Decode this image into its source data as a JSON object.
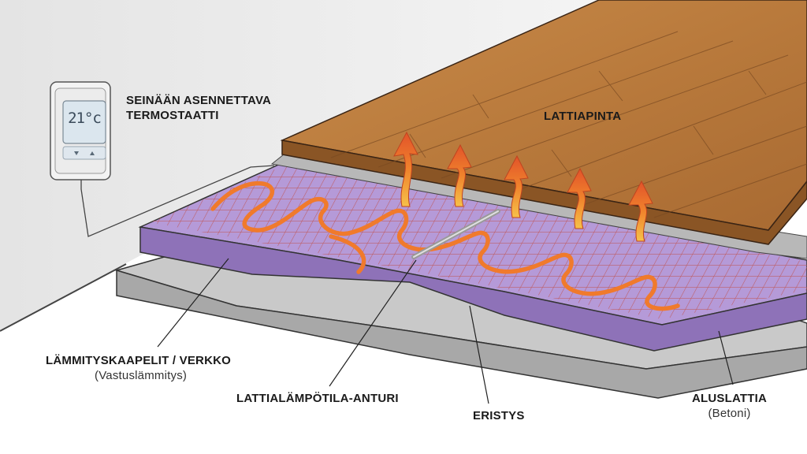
{
  "thermostat": {
    "display_value": "21°c",
    "label_line1": "SEINÄÄN ASENNETTAVA",
    "label_line2": "TERMOSTAATTI"
  },
  "labels": {
    "floor_surface": "LATTIAPINTA",
    "heating_cables_line1": "LÄMMITYSKAAPELIT / VERKKO",
    "heating_cables_line2": "(Vastuslämmitys)",
    "floor_sensor": "LATTIALÄMPÖTILA-ANTURI",
    "insulation": "ERISTYS",
    "subfloor_line1": "ALUSLATTIA",
    "subfloor_line2": "(Betoni)"
  },
  "colors": {
    "wood": "#b87a3c",
    "insulation": "#8e72b8",
    "cable": "#f07a2c",
    "concrete": "#b9b9b9"
  }
}
